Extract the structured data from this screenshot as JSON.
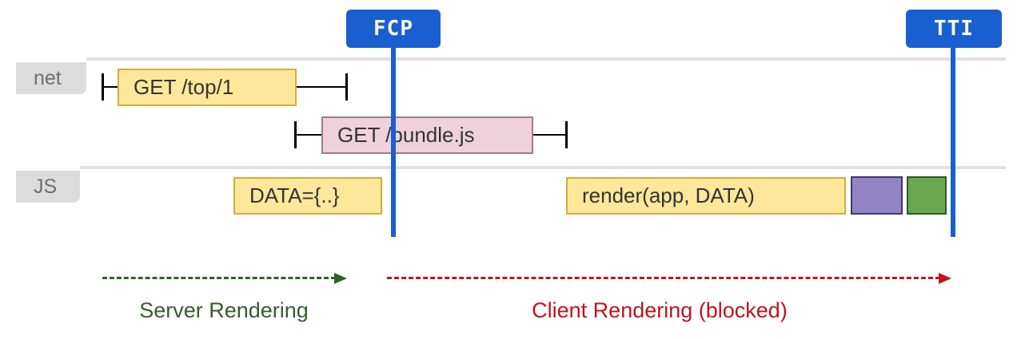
{
  "milestones": {
    "fcp": {
      "label": "FCP"
    },
    "tti": {
      "label": "TTI"
    }
  },
  "rows": {
    "net": {
      "label": "net"
    },
    "js": {
      "label": "JS"
    }
  },
  "net_requests": [
    {
      "label": "GET /top/1"
    },
    {
      "label": "GET /bundle.js"
    }
  ],
  "js_tasks": [
    {
      "label": "DATA={..}"
    },
    {
      "label": "render(app, DATA)"
    }
  ],
  "phases": {
    "server": {
      "label": "Server Rendering",
      "color": "#335e2a"
    },
    "client": {
      "label": "Client Rendering (blocked)",
      "color": "#c0141c"
    }
  },
  "colors": {
    "milestone": "#1a5fcf",
    "task_yellow": "#fde79a",
    "request_pink": "#efd1dc",
    "task_purple": "#9283c5",
    "task_green": "#67a851"
  }
}
